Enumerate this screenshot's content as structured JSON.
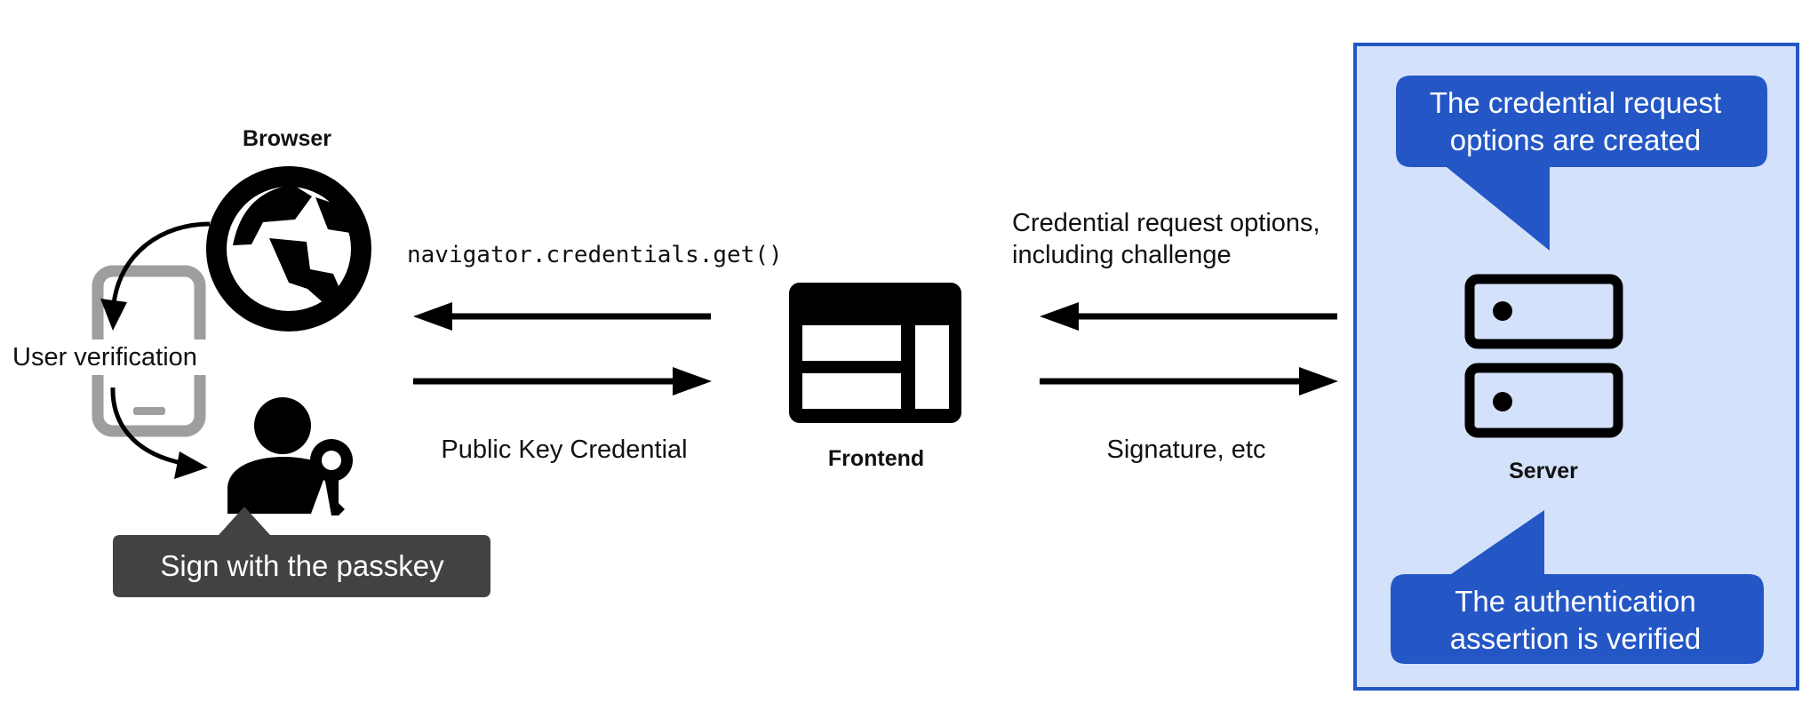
{
  "colors": {
    "server_panel_fill": "#d4e1fb",
    "server_panel_border": "#2457c5",
    "callout_blue": "#2457c5",
    "callout_dark": "#424242",
    "phone_gray": "#9e9e9e",
    "ink": "#000000"
  },
  "browser": {
    "label": "Browser",
    "icon": "globe-icon"
  },
  "device": {
    "icon": "smartphone-icon",
    "user_verification_label": "User verification"
  },
  "user": {
    "icon": "person-with-key-icon",
    "callout": "Sign with the passkey"
  },
  "frontend": {
    "label": "Frontend",
    "icon": "web-page-layout-icon"
  },
  "server": {
    "label": "Server",
    "icon": "server-icon",
    "callout_top": [
      "The credential request",
      "options are created"
    ],
    "callout_bottom": [
      "The authentication",
      "assertion is verified"
    ]
  },
  "arrows": {
    "frontend_to_browser": "navigator.credentials.get()",
    "browser_to_frontend": "Public Key Credential",
    "server_to_frontend": [
      "Credential request options,",
      "including challenge"
    ],
    "frontend_to_server": "Signature, etc"
  }
}
